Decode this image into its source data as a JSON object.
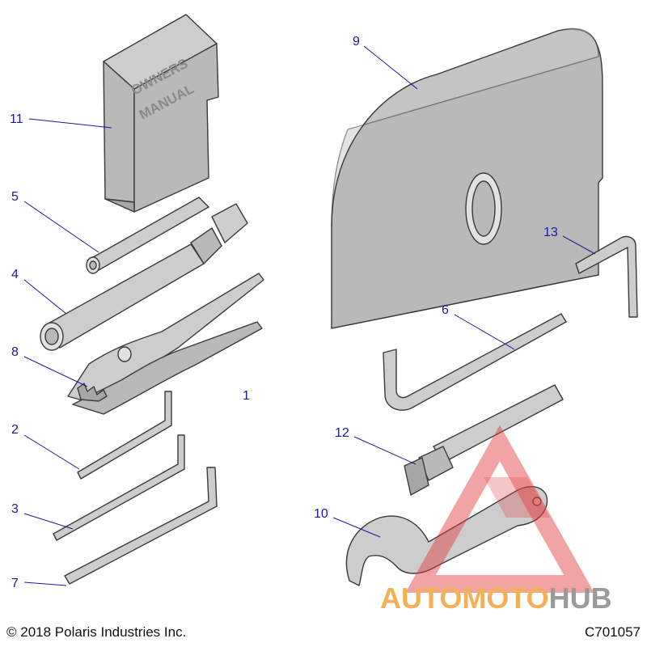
{
  "callouts": [
    {
      "id": "1",
      "label": "1"
    },
    {
      "id": "2",
      "label": "2"
    },
    {
      "id": "3",
      "label": "3"
    },
    {
      "id": "4",
      "label": "4"
    },
    {
      "id": "5",
      "label": "5"
    },
    {
      "id": "6",
      "label": "6"
    },
    {
      "id": "7",
      "label": "7"
    },
    {
      "id": "8",
      "label": "8"
    },
    {
      "id": "9",
      "label": "9"
    },
    {
      "id": "10",
      "label": "10"
    },
    {
      "id": "11",
      "label": "11"
    },
    {
      "id": "12",
      "label": "12"
    },
    {
      "id": "13",
      "label": "13"
    }
  ],
  "manual": {
    "line1": "OWNERS",
    "line2": "MANUAL"
  },
  "watermark": {
    "part1": "AUTOMOTO",
    "part2": "HUB",
    "color_orange": "#f3a33a",
    "color_gray": "#8a8a8a",
    "color_red": "#e23b3b"
  },
  "footer": {
    "copyright": "© 2018 Polaris Industries Inc.",
    "code": "C701057"
  },
  "colors": {
    "callout": "#1a1aa0",
    "part_fill": "#b9b9b9",
    "outline": "#3a3a3a"
  }
}
